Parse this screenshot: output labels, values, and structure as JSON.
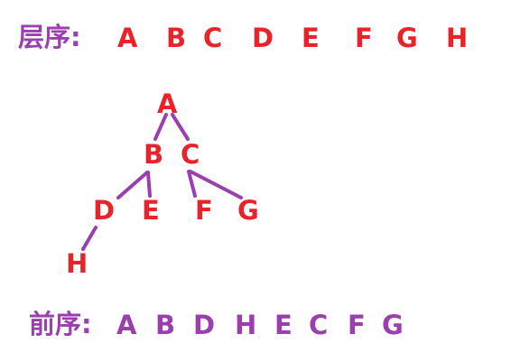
{
  "level_order": {
    "label": "层序:",
    "items": [
      "A",
      "B",
      "C",
      "D",
      "E",
      "F",
      "G",
      "H"
    ]
  },
  "tree": {
    "nodes": {
      "a": "A",
      "b": "B",
      "c": "C",
      "d": "D",
      "e": "E",
      "f": "F",
      "g": "G",
      "h": "H"
    }
  },
  "pre_order": {
    "label": "前序:",
    "items": [
      "A",
      "B",
      "D",
      "H",
      "E",
      "C",
      "F",
      "G"
    ]
  },
  "colors": {
    "node_text": "#e8232a",
    "edge": "#9b3fae",
    "label": "#9b3fae",
    "preorder_text": "#9b3fae"
  }
}
